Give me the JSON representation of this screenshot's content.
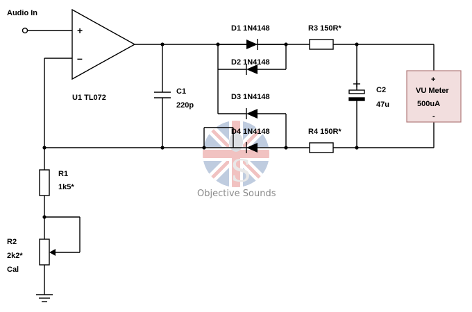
{
  "input": {
    "label": "Audio In"
  },
  "opamp": {
    "ref": "U1 TL072",
    "plus": "+",
    "minus": "–"
  },
  "capacitors": [
    {
      "ref": "C1",
      "value": "220p"
    },
    {
      "ref": "C2",
      "value": "47u"
    }
  ],
  "diodes": [
    {
      "label": "D1 1N4148"
    },
    {
      "label": "D2 1N4148"
    },
    {
      "label": "D3 1N4148"
    },
    {
      "label": "D4 1N4148"
    }
  ],
  "resistors": [
    {
      "label": "R3 150R*"
    },
    {
      "label": "R4 150R*"
    },
    {
      "ref": "R1",
      "value": "1k5*"
    },
    {
      "ref": "R2",
      "value": "2k2*",
      "note": "Cal"
    }
  ],
  "meter": {
    "plus": "+",
    "title": "VU Meter",
    "value": "500uA",
    "minus": "-"
  },
  "watermark": {
    "text": "Objective Sounds",
    "logo_letter": "S"
  },
  "colors": {
    "meter_fill": "#f2dede",
    "meter_stroke": "#b07a7a",
    "wire": "#000000",
    "watermark_red": "#d9534f",
    "watermark_blue": "#4a6fa5"
  }
}
